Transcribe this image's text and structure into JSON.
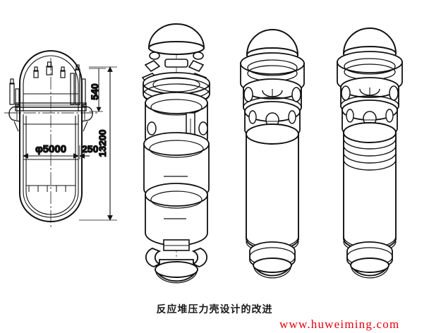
{
  "figure": {
    "caption": "反应堆压力壳设计的改进",
    "watermark": "www.huweiming.com",
    "background_color": "#ffffff",
    "line_color": "#111111",
    "watermark_color": "#e8000d"
  },
  "cross_section": {
    "name": "reactor-pressure-vessel-cross-section",
    "dimensions": {
      "diameter": "φ5000",
      "wall_offset": "250",
      "head_height": "540",
      "total_height": "13200"
    }
  },
  "perspective_views": [
    {
      "name": "vessel-design-variant-1",
      "label": "",
      "features": [
        "domed-head",
        "flange-nozzle-bosses",
        "segmented-shell",
        "cutaway-slot",
        "bottom-skirt"
      ]
    },
    {
      "name": "vessel-design-variant-2",
      "label": "",
      "features": [
        "domed-head",
        "flange-ring",
        "nozzle-ring",
        "plain-shell",
        "bottom-skirt"
      ]
    },
    {
      "name": "vessel-design-variant-3",
      "label": "",
      "features": [
        "domed-head",
        "flange-ring",
        "nozzle-ring",
        "banded-shell",
        "bottom-skirt"
      ]
    }
  ]
}
